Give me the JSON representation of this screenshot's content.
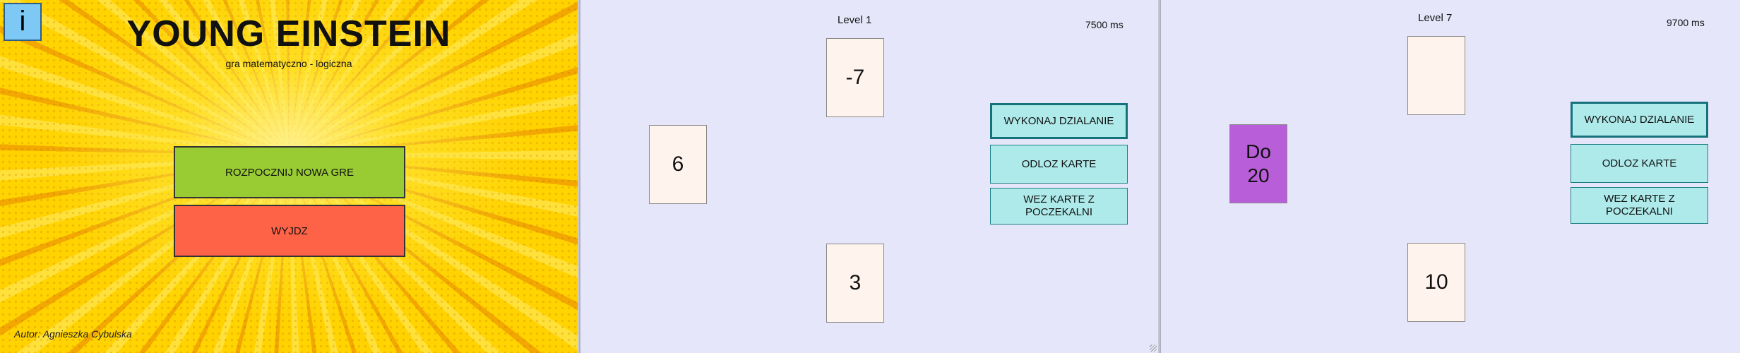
{
  "menu": {
    "info_label": "i",
    "title": "YOUNG EINSTEIN",
    "subtitle": "gra matematyczno - logiczna",
    "new_game_label": "ROZPOCZNIJ NOWA GRE",
    "exit_label": "WYJDZ",
    "author": "Autor: Agnieszka Cybulska",
    "colors": {
      "new_game": "#99cc33",
      "exit": "#ff6347",
      "info": "#7dc8f5"
    }
  },
  "game1": {
    "level": "Level 1",
    "timer": "7500 ms",
    "cards": {
      "top": "-7",
      "left": "6",
      "bottom": "3"
    },
    "buttons": {
      "execute": "WYKONAJ DZIALANIE",
      "discard": "ODLOZ KARTE",
      "take": "WEZ KARTE Z POCZEKALNI"
    }
  },
  "game2": {
    "level": "Level 7",
    "timer": "9700 ms",
    "cards": {
      "top": "",
      "target": "Do 20",
      "bottom": "10"
    },
    "buttons": {
      "execute": "WYKONAJ DZIALANIE",
      "discard": "ODLOZ KARTE",
      "take": "WEZ KARTE Z POCZEKALNI"
    },
    "colors": {
      "target_card": "#b85ed8"
    }
  },
  "colors": {
    "game_background": "#e6e6fa",
    "card": "#fff3ee",
    "action_button": "#aeeaea"
  }
}
